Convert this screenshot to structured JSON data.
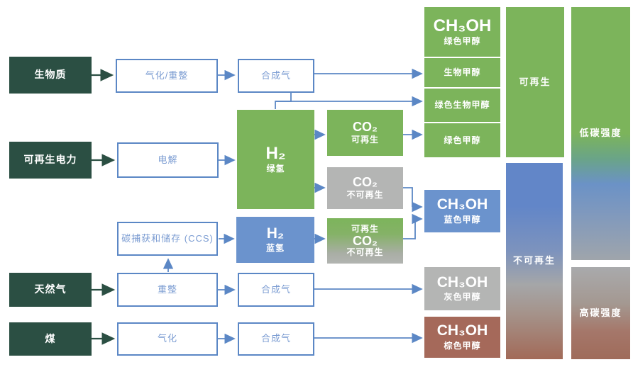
{
  "colors": {
    "source_box": "#2b4f43",
    "process_border": "#5b87c5",
    "process_text": "#7b9cd2",
    "green": "#7cb45b",
    "blue": "#6b93cd",
    "gray": "#b4b5b4",
    "brown": "#a5695a",
    "arrow_blue": "#5b87c5",
    "arrow_dark": "#2b4f43"
  },
  "sources": [
    {
      "label": "生物质"
    },
    {
      "label": "可再生电力"
    },
    {
      "label": "天然气"
    },
    {
      "label": "煤"
    }
  ],
  "processes": {
    "gasification_reforming": "气化/重整",
    "electrolysis": "电解",
    "ccs": "碳捕获和储存 (CCS)",
    "reforming": "重整",
    "gasification": "气化"
  },
  "syngas": {
    "biomass": "合成气",
    "natural_gas": "合成气",
    "coal": "合成气"
  },
  "hydrogen": {
    "green": {
      "formula": "H₂",
      "label": "绿氢"
    },
    "blue": {
      "formula": "H₂",
      "label": "蓝氢"
    }
  },
  "co2": {
    "renewable": {
      "formula": "CO₂",
      "label": "可再生"
    },
    "nonrenewable": {
      "formula": "CO₂",
      "label": "不可再生"
    },
    "mixed": {
      "top_label": "可再生",
      "formula": "CO₂",
      "bottom_label": "不可再生"
    }
  },
  "methanol": {
    "green_header": {
      "formula": "CH₃OH",
      "label": "绿色甲醇"
    },
    "bio": {
      "label": "生物甲醇"
    },
    "green_bio": {
      "label": "绿色生物甲醇"
    },
    "green": {
      "label": "绿色甲醇"
    },
    "blue": {
      "formula": "CH₃OH",
      "label": "蓝色甲醇"
    },
    "gray": {
      "formula": "CH₃OH",
      "label": "灰色甲醇"
    },
    "brown": {
      "formula": "CH₃OH",
      "label": "棕色甲醇"
    }
  },
  "categories": {
    "renewable": "可再生",
    "nonrenewable": "不可再生"
  },
  "carbon_intensity": {
    "low": "低碳强度",
    "high": "高碳强度"
  }
}
